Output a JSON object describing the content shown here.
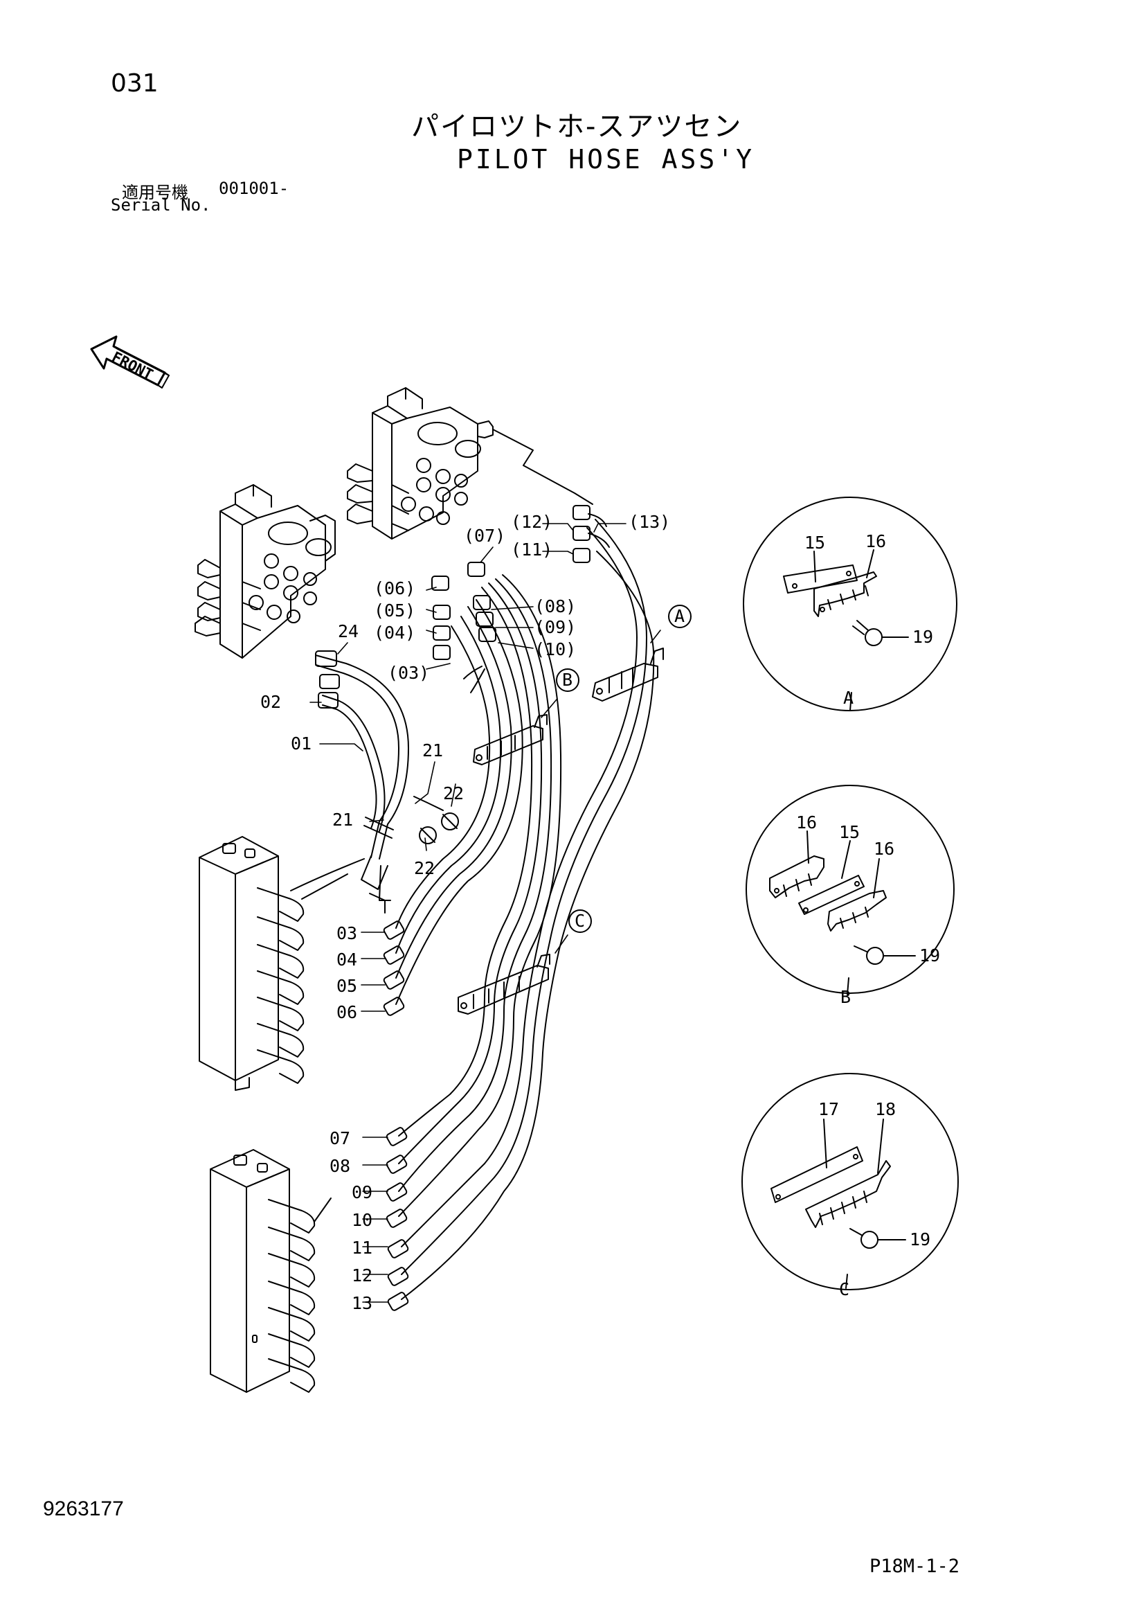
{
  "header": {
    "page_number": "031",
    "title_jp": "パイロツトホ-スアツセン",
    "title_en": "PILOT HOSE ASS'Y",
    "serial_label_jp": "適用号機",
    "serial_value": "001001-",
    "serial_label_en": "Serial No."
  },
  "front_arrow": {
    "label": "FRONT"
  },
  "callouts": {
    "c12p": "(12)",
    "c13p": "(13)",
    "c11p": "(11)",
    "c07p": "(07)",
    "c06p": "(06)",
    "c05p": "(05)",
    "c04p": "(04)",
    "c03p": "(03)",
    "c08p": "(08)",
    "c09p": "(09)",
    "c10p": "(10)",
    "c24": "24",
    "c02": "02",
    "c01": "01",
    "c21a": "21",
    "c21b": "21",
    "c22a": "22",
    "c22b": "22",
    "c03": "03",
    "c04": "04",
    "c05": "05",
    "c06": "06",
    "c07": "07",
    "c08": "08",
    "c09": "09",
    "c10": "10",
    "c11": "11",
    "c12": "12",
    "c13": "13",
    "mA": "A",
    "mB": "B",
    "mC": "C"
  },
  "details": {
    "A": {
      "label": "A",
      "p1": "15",
      "p2": "16",
      "p3": "19"
    },
    "B": {
      "label": "B",
      "p1": "16",
      "p2": "15",
      "p3": "16",
      "p4": "19"
    },
    "C": {
      "label": "C",
      "p1": "17",
      "p2": "18",
      "p3": "19"
    }
  },
  "footer": {
    "doc_number": "9263177",
    "page_ref": "P18M-1-2"
  }
}
